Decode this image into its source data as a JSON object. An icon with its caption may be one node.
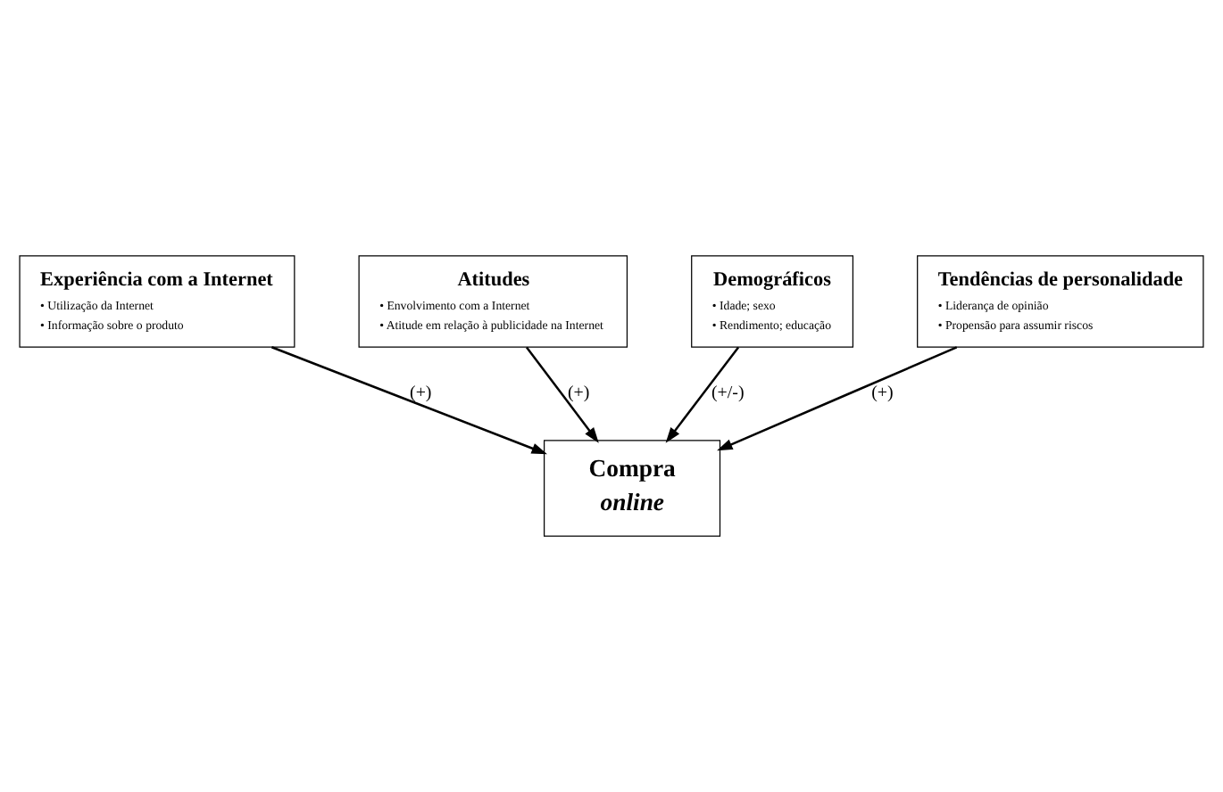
{
  "diagram": {
    "nodes": [
      {
        "text": [
          "Experiência com a Internet",
          "• Utilização da Internet",
          "• Informação sobre o produto"
        ]
      },
      {
        "text": [
          "Atitudes",
          "• Envolvimento com a Internet",
          "• Atitude em relação à publicidade na Internet"
        ]
      },
      {
        "text": [
          "Compra",
          "online"
        ]
      },
      {
        "text": [
          "Demográficos",
          "• Idade; sexo",
          "• Rendimento; educação"
        ]
      },
      {
        "text": [
          "Tendências de personalidade",
          "• Liderança de opinião",
          "• Propensão para assumir riscos"
        ]
      }
    ],
    "edges": [
      {
        "from": 0,
        "to": 2,
        "arrow": "to",
        "label": "(+)"
      },
      {
        "from": 1,
        "to": 2,
        "arrow": "to",
        "label": "(+)"
      },
      {
        "from": 3,
        "to": 2,
        "arrow": "to",
        "label": "(+/-)"
      },
      {
        "from": 4,
        "to": 2,
        "arrow": "to",
        "label": "(+)"
      }
    ]
  }
}
